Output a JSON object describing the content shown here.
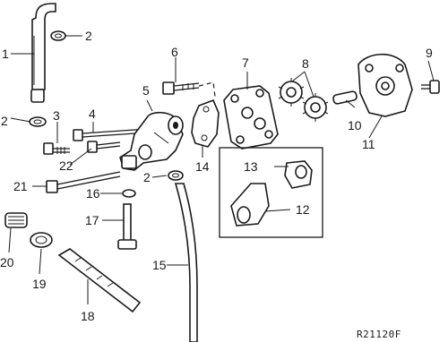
{
  "diagram": {
    "reference_code": "R21120F",
    "callouts": [
      {
        "id": "c1",
        "label": "1"
      },
      {
        "id": "c2a",
        "label": "2"
      },
      {
        "id": "c2b",
        "label": "2"
      },
      {
        "id": "c2c",
        "label": "2"
      },
      {
        "id": "c3",
        "label": "3"
      },
      {
        "id": "c4",
        "label": "4"
      },
      {
        "id": "c5",
        "label": "5"
      },
      {
        "id": "c6",
        "label": "6"
      },
      {
        "id": "c7",
        "label": "7"
      },
      {
        "id": "c8",
        "label": "8"
      },
      {
        "id": "c9",
        "label": "9"
      },
      {
        "id": "c10",
        "label": "10"
      },
      {
        "id": "c11",
        "label": "11"
      },
      {
        "id": "c12",
        "label": "12"
      },
      {
        "id": "c13",
        "label": "13"
      },
      {
        "id": "c14",
        "label": "14"
      },
      {
        "id": "c15",
        "label": "15"
      },
      {
        "id": "c16",
        "label": "16"
      },
      {
        "id": "c17",
        "label": "17"
      },
      {
        "id": "c18",
        "label": "18"
      },
      {
        "id": "c19",
        "label": "19"
      },
      {
        "id": "c20",
        "label": "20"
      },
      {
        "id": "c21",
        "label": "21"
      },
      {
        "id": "c22",
        "label": "22"
      }
    ]
  }
}
